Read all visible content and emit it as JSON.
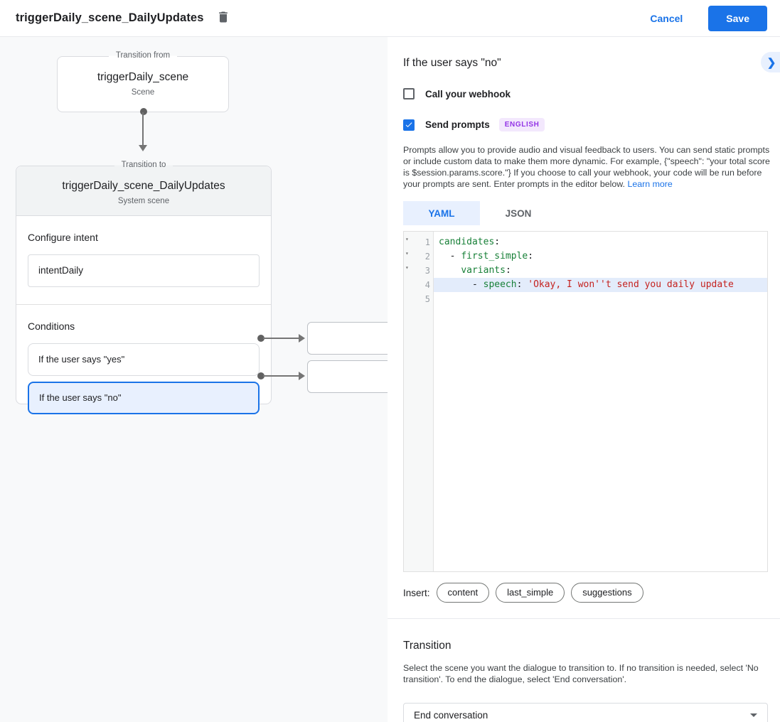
{
  "topbar": {
    "title": "triggerDaily_scene_DailyUpdates",
    "cancel_label": "Cancel",
    "save_label": "Save"
  },
  "diagram": {
    "from_card": {
      "legend": "Transition from",
      "title": "triggerDaily_scene",
      "subtitle": "Scene"
    },
    "to_card": {
      "legend": "Transition to",
      "title": "triggerDaily_scene_DailyUpdates",
      "subtitle": "System scene",
      "intent_section_label": "Configure intent",
      "intent_value": "intentDaily",
      "conditions_label": "Conditions",
      "conditions": [
        {
          "label": "If the user says \"yes\"",
          "selected": false
        },
        {
          "label": "If the user says \"no\"",
          "selected": true
        }
      ]
    }
  },
  "details": {
    "heading": "If the user says \"no\"",
    "webhook_checkbox": {
      "label": "Call your webhook",
      "checked": false
    },
    "prompts_checkbox": {
      "label": "Send prompts",
      "checked": true,
      "badge": "ENGLISH"
    },
    "description": "Prompts allow you to provide audio and visual feedback to users. You can send static prompts or include custom data to make them more dynamic. For example, {\"speech\": \"your total score is $session.params.score.\"} If you choose to call your webhook, your code will be run before your prompts are sent. Enter prompts in the editor below. ",
    "learn_more_label": "Learn more",
    "tabs": [
      {
        "label": "YAML",
        "active": true
      },
      {
        "label": "JSON",
        "active": false
      }
    ],
    "editor": {
      "lines": [
        {
          "num": "1",
          "fold": true,
          "highlight": false,
          "tokens": [
            {
              "t": "candidates",
              "c": "key"
            },
            {
              "t": ":",
              "c": "plain"
            }
          ]
        },
        {
          "num": "2",
          "fold": true,
          "highlight": false,
          "tokens": [
            {
              "t": "  - ",
              "c": "plain"
            },
            {
              "t": "first_simple",
              "c": "key"
            },
            {
              "t": ":",
              "c": "plain"
            }
          ]
        },
        {
          "num": "3",
          "fold": true,
          "highlight": false,
          "tokens": [
            {
              "t": "    ",
              "c": "plain"
            },
            {
              "t": "variants",
              "c": "key"
            },
            {
              "t": ":",
              "c": "plain"
            }
          ]
        },
        {
          "num": "4",
          "fold": false,
          "highlight": true,
          "tokens": [
            {
              "t": "      - ",
              "c": "plain"
            },
            {
              "t": "speech",
              "c": "key"
            },
            {
              "t": ": ",
              "c": "plain"
            },
            {
              "t": "'Okay, I won''t send you daily update",
              "c": "string"
            }
          ]
        },
        {
          "num": "5",
          "fold": false,
          "highlight": false,
          "tokens": []
        }
      ]
    },
    "insert_label": "Insert:",
    "insert_chips": [
      "content",
      "last_simple",
      "suggestions"
    ],
    "transition": {
      "heading": "Transition",
      "description": "Select the scene you want the dialogue to transition to. If no transition is needed, select 'No transition'. To end the dialogue, select 'End conversation'.",
      "selected_value": "End conversation"
    }
  },
  "colors": {
    "accent_blue": "#1a73e8",
    "selected_condition_bg": "#e8f0fe",
    "badge_bg": "#f3e8fd",
    "badge_text": "#9334e6",
    "code_key": "#188038",
    "code_string": "#c5221f",
    "line_highlight": "#e3ecfb"
  }
}
